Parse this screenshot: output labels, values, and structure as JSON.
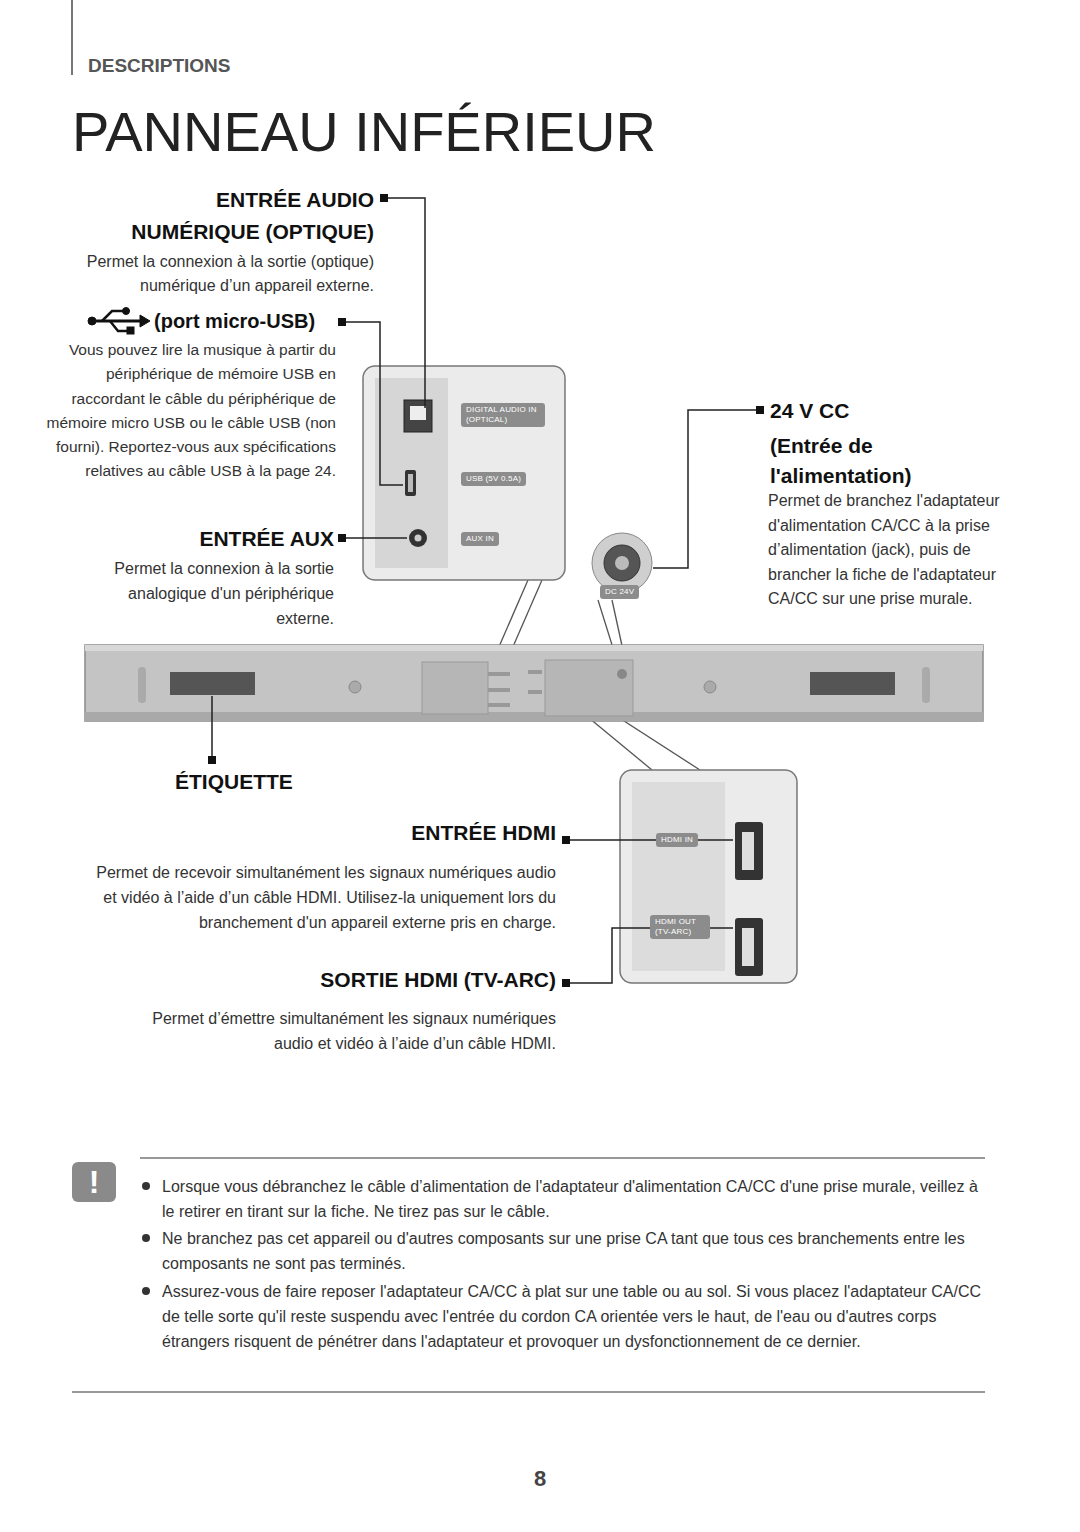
{
  "diagram": {
    "title": "PANNEAU INFÉRIEUR",
    "nodes": [
      {
        "text": [
          "DIGITAL AUDIO IN (OPTICAL)",
          "USB (5V 0.5A)",
          "AUX IN"
        ]
      },
      {
        "text": [
          "DC 24V"
        ]
      },
      {
        "text": [
          "HDMI IN",
          "HDMI OUT (TV-ARC)"
        ]
      },
      {
        "text": [
          "!"
        ]
      }
    ],
    "labels": [
      "DESCRIPTIONS",
      "ENTRÉE AUDIO NUMÉRIQUE (OPTIQUE)",
      "Permet la connexion à la sortie (optique) numérique d’un appareil externe.",
      "(port micro-USB)",
      "Vous pouvez lire la musique à partir du périphérique de mémoire USB en raccordant le câble du périphérique de mémoire micro USB ou le câble USB (non fourni). Reportez-vous aux spécifications relatives au câble USB à la page 24.",
      "ENTRÉE AUX",
      "Permet la connexion à la sortie analogique d'un périphérique externe.",
      "24 V CC",
      "(Entrée de l'alimentation)",
      "Permet de branchez l'adaptateur d'alimentation CA/CC à la prise d’alimentation (jack), puis de brancher la fiche de l'adaptateur CA/CC sur une prise murale.",
      "ÉTIQUETTE",
      "ENTRÉE HDMI",
      "Permet de recevoir simultanément les signaux numériques audio et vidéo à l’aide d’un câble HDMI. Utilisez-la uniquement lors du branchement d'un appareil externe pris en charge.",
      "SORTIE HDMI (TV-ARC)",
      "Permet d’émettre simultanément les signaux numériques audio et vidéo à l’aide d’un câble HDMI.",
      "Lorsque vous débranchez le câble d’alimentation de l'adaptateur d'alimentation CA/CC d'une prise murale, veillez à le retirer en tirant sur la fiche. Ne tirez pas sur le câble.",
      "Ne branchez pas cet appareil ou d'autres composants sur une prise CA tant que tous ces branchements entre les composants ne sont pas terminés.",
      "Assurez-vous de faire reposer l'adaptateur CA/CC à plat sur une table ou au sol. Si vous placez l'adaptateur CA/CC de telle sorte qu'il reste suspendu avec l'entrée du cordon CA orientée vers le haut, de l'eau ou d'autres corps étrangers risquent de pénétrer dans l'adaptateur et provoquer un dysfonctionnement de ce dernier.",
      "8"
    ]
  }
}
